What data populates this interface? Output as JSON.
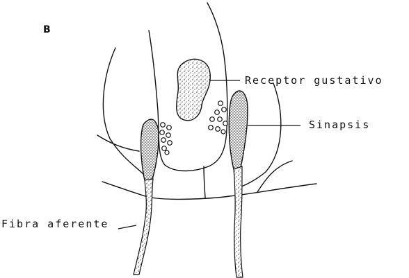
{
  "figure": {
    "panel_letter": "B",
    "labels": {
      "receptor": "Receptor gustativo",
      "synapse": "Sinapsis",
      "afferent": "Fibra aferente"
    }
  }
}
